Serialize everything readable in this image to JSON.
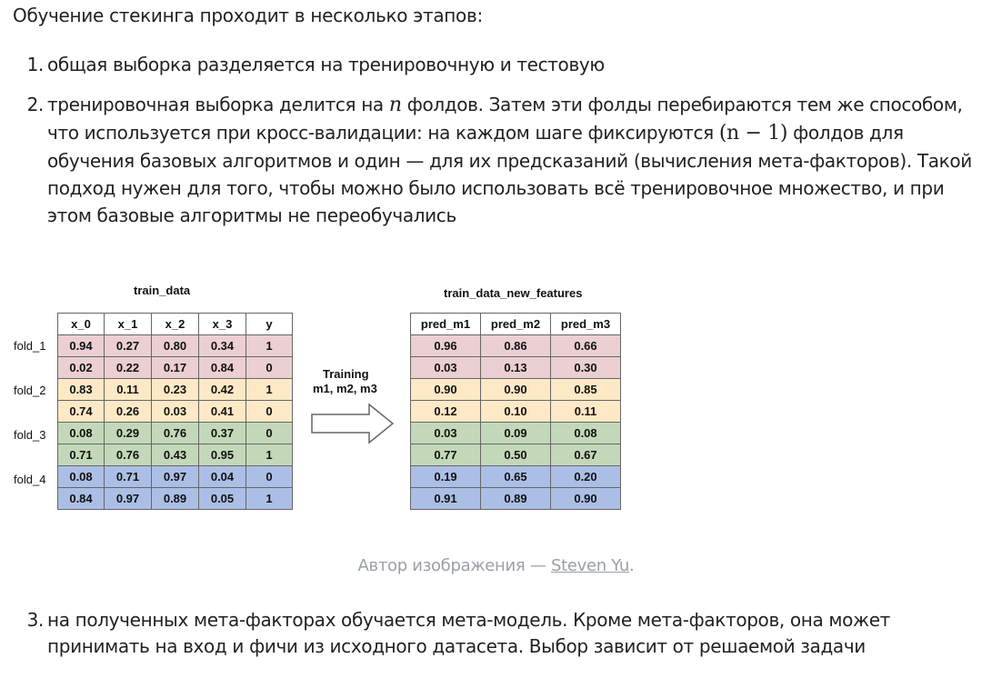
{
  "intro": "Обучение стекинга проходит в несколько этапов:",
  "steps": [
    {
      "num": "1.",
      "text": "общая выборка разделяется на тренировочную и тестовую"
    },
    {
      "num": "2.",
      "part_a": "тренировочная выборка делится на",
      "var_n": "n",
      "part_b": "фолдов. Затем эти фолды перебираются тем же способом, что используется при кросс-валидации: на каждом шаге фиксируются",
      "formula": "(n − 1)",
      "part_c": "фолдов для обучения базовых алгоритмов и один — для их предсказаний (вычисления мета-факторов). Такой подход нужен для того, чтобы можно было использовать всё тренировочное множество, и при этом базовые алгоритмы не переобучались"
    },
    {
      "num": "3.",
      "text": "на полученных мета-факторах обучается мета-модель. Кроме мета-факторов, она может принимать на вход и фичи из исходного датасета. Выбор зависит от решаемой задачи"
    }
  ],
  "figure": {
    "left_title": "train_data",
    "left_headers": [
      "x_0",
      "x_1",
      "x_2",
      "x_3",
      "y"
    ],
    "left_rows": [
      [
        "0.94",
        "0.27",
        "0.80",
        "0.34",
        "1"
      ],
      [
        "0.02",
        "0.22",
        "0.17",
        "0.84",
        "0"
      ],
      [
        "0.83",
        "0.11",
        "0.23",
        "0.42",
        "1"
      ],
      [
        "0.74",
        "0.26",
        "0.03",
        "0.41",
        "0"
      ],
      [
        "0.08",
        "0.29",
        "0.76",
        "0.37",
        "0"
      ],
      [
        "0.71",
        "0.76",
        "0.43",
        "0.95",
        "1"
      ],
      [
        "0.08",
        "0.71",
        "0.97",
        "0.04",
        "0"
      ],
      [
        "0.84",
        "0.97",
        "0.89",
        "0.05",
        "1"
      ]
    ],
    "folds": [
      "fold_1",
      "fold_2",
      "fold_3",
      "fold_4"
    ],
    "arrow_label_1": "Training",
    "arrow_label_2": "m1, m2, m3",
    "right_title": "train_data_new_features",
    "right_headers": [
      "pred_m1",
      "pred_m2",
      "pred_m3"
    ],
    "right_rows": [
      [
        "0.96",
        "0.86",
        "0.66"
      ],
      [
        "0.03",
        "0.13",
        "0.30"
      ],
      [
        "0.90",
        "0.90",
        "0.85"
      ],
      [
        "0.12",
        "0.10",
        "0.11"
      ],
      [
        "0.03",
        "0.09",
        "0.08"
      ],
      [
        "0.77",
        "0.50",
        "0.67"
      ],
      [
        "0.19",
        "0.65",
        "0.20"
      ],
      [
        "0.91",
        "0.89",
        "0.90"
      ]
    ],
    "fold_colors": [
      "#ebcfd2",
      "#fde9c6",
      "#c3d8b8",
      "#abbfe6"
    ]
  },
  "caption": {
    "prefix": "Автор изображения — ",
    "link": "Steven Yu",
    "suffix": "."
  }
}
